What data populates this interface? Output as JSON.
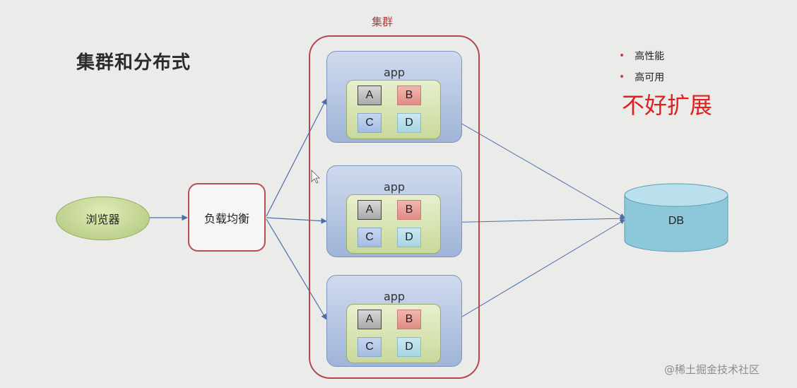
{
  "title": "集群和分布式",
  "cluster": {
    "label": "集群"
  },
  "browser": {
    "label": "浏览器"
  },
  "load_balancer": {
    "label": "负载均衡"
  },
  "apps": [
    {
      "title": "app",
      "cells": [
        "A",
        "B",
        "C",
        "D"
      ]
    },
    {
      "title": "app",
      "cells": [
        "A",
        "B",
        "C",
        "D"
      ]
    },
    {
      "title": "app",
      "cells": [
        "A",
        "B",
        "C",
        "D"
      ]
    }
  ],
  "database": {
    "label": "DB"
  },
  "features": [
    "高性能",
    "高可用"
  ],
  "drawback": "不好扩展",
  "watermark": "@稀土掘金技术社区",
  "colors": {
    "cluster_border": "#b5484b",
    "drawback_text": "#e0201e",
    "connector": "#4a6fa5"
  }
}
